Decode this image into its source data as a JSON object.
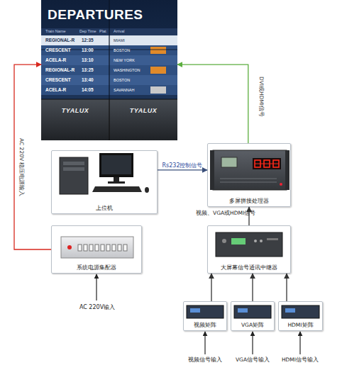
{
  "diagram": {
    "nodes": [
      {
        "text": [
          "DEPARTURES"
        ]
      },
      {
        "text": [
          "上位机"
        ]
      },
      {
        "text": [
          "多屏拼接处理器"
        ]
      },
      {
        "text": [
          "系统电源集配器"
        ]
      },
      {
        "text": [
          "大屏幕信号通讯中继器"
        ]
      },
      {
        "text": [
          "视频矩阵"
        ]
      },
      {
        "text": [
          "VGA矩阵"
        ]
      },
      {
        "text": [
          "HDMI矩阵"
        ]
      }
    ],
    "edges": [
      {
        "from": 1,
        "to": 2,
        "label": "Rs232控制信号",
        "arrow": "to"
      },
      {
        "from": 4,
        "to": 2,
        "label": "视频、VGA或HDMI信号",
        "arrow": "to"
      },
      {
        "from": 2,
        "to": 0,
        "label": "DVI或HDMI信号",
        "arrow": "to"
      },
      {
        "from": 3,
        "to": 0,
        "label": "AC 220V 稳压电源输入",
        "arrow": "to"
      },
      {
        "from": 5,
        "to": 4,
        "arrow": "to"
      },
      {
        "from": 6,
        "to": 4,
        "arrow": "to"
      },
      {
        "from": 7,
        "to": 4,
        "arrow": "to"
      }
    ],
    "labels": [
      "Train Name",
      "Dep Time",
      "Plat",
      "REGIONAL-R",
      "12:35",
      "CRESCENT",
      "13:00",
      "ACELA-R",
      "13:10",
      "REGIONAL-R",
      "13:25",
      "CRESCENT",
      "13:40",
      "ACELA-R",
      "14:05",
      "Arrival",
      "MIAMI",
      "BOSTON",
      "NEW YORK",
      "WASHINGTON",
      "BOSTON",
      "SAVANNAH",
      "TYALUX",
      "TYALUX",
      "AC 220V输入",
      "视频信号输入",
      "VGA信号输入",
      "HDMI信号输入"
    ]
  }
}
